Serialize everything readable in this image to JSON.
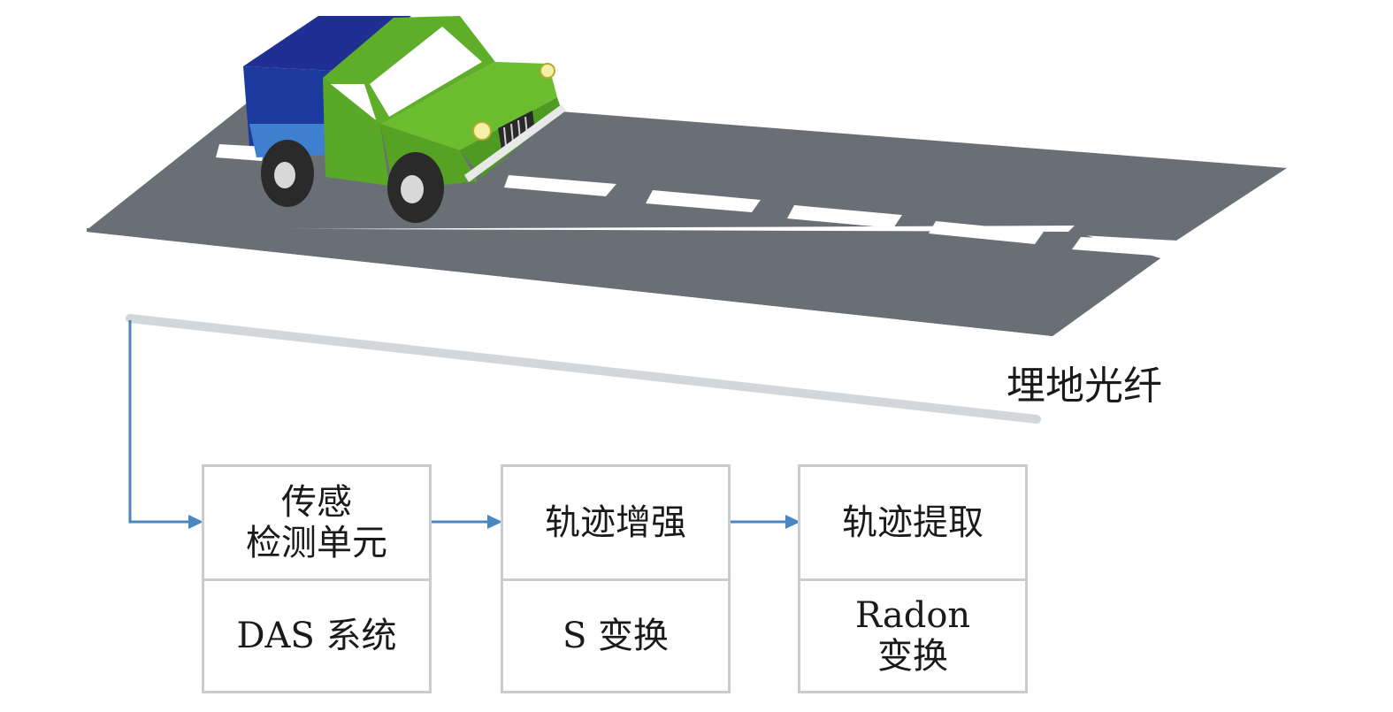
{
  "scene": {
    "road_color": "#6a6f75",
    "lane_mark_color": "#ffffff",
    "fiber_color": "#d4d7da",
    "connector_color": "#4a86c0",
    "box_border_color": "#c9cdd1"
  },
  "labels": {
    "fiber": "埋地光纤"
  },
  "pipeline": [
    {
      "top": "传感\n检测单元",
      "bottom": "DAS 系统"
    },
    {
      "top": "轨迹增强",
      "bottom": "S 变换"
    },
    {
      "top": "轨迹提取",
      "bottom": "Radon\n变换"
    }
  ]
}
